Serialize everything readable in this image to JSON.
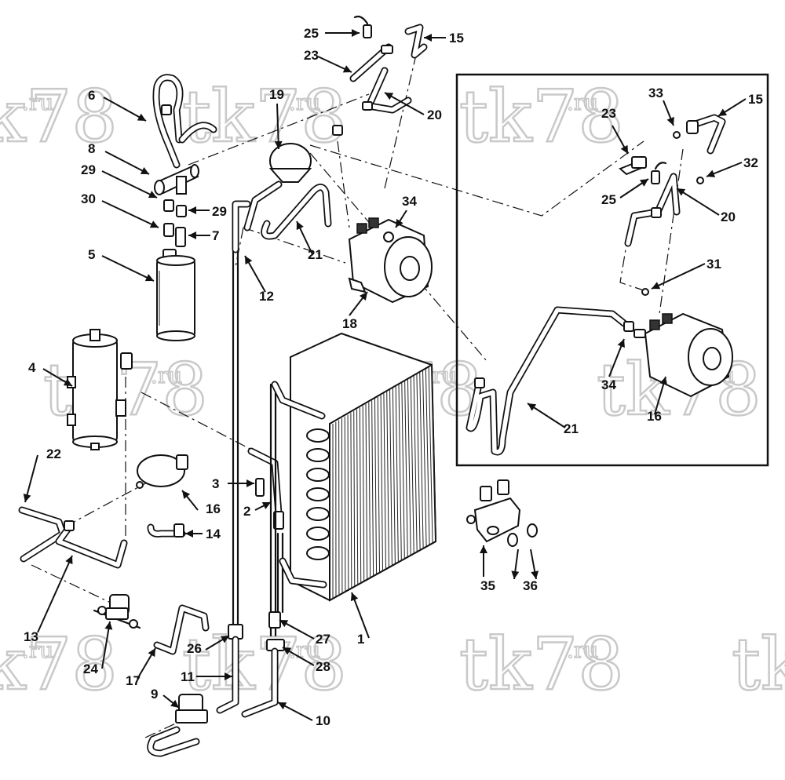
{
  "watermark": {
    "text": "tk78",
    "suffix": ".ru"
  },
  "callouts": {
    "c1": "1",
    "c2": "2",
    "c3": "3",
    "c4": "4",
    "c5": "5",
    "c6": "6",
    "c7": "7",
    "c8": "8",
    "c9": "9",
    "c10": "10",
    "c11": "11",
    "c12": "12",
    "c13": "13",
    "c14": "14",
    "c15": "15",
    "c16": "16",
    "c17": "17",
    "c18": "18",
    "c19": "19",
    "c20": "20",
    "c21": "21",
    "c22": "22",
    "c23": "23",
    "c24": "24",
    "c25": "25",
    "c26": "26",
    "c27": "27",
    "c28": "28",
    "c29a": "29",
    "c29b": "29",
    "c30": "30",
    "c31": "31",
    "c32": "32",
    "c33": "33",
    "c34": "34",
    "c35": "35",
    "c36": "36",
    "i15": "15",
    "i16": "16",
    "i20": "20",
    "i21": "21",
    "i23": "23",
    "i25": "25",
    "i34": "34"
  }
}
